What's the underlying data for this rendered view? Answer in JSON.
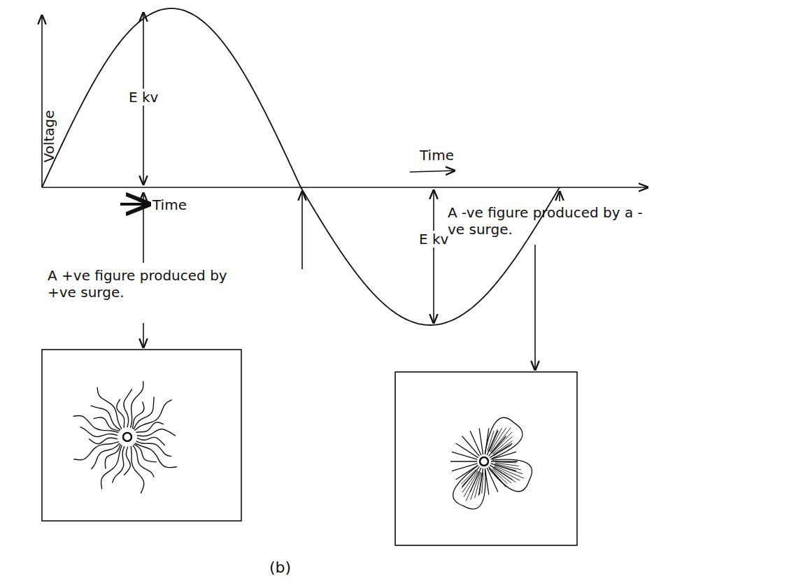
{
  "diagram": {
    "caption": "(b)",
    "labels": [
      "Voltage",
      "E kv",
      "Time",
      "Time",
      "E kv",
      "A +ve figure produced by +ve surge.",
      "A -ve figure produced by a -ve surge."
    ]
  }
}
